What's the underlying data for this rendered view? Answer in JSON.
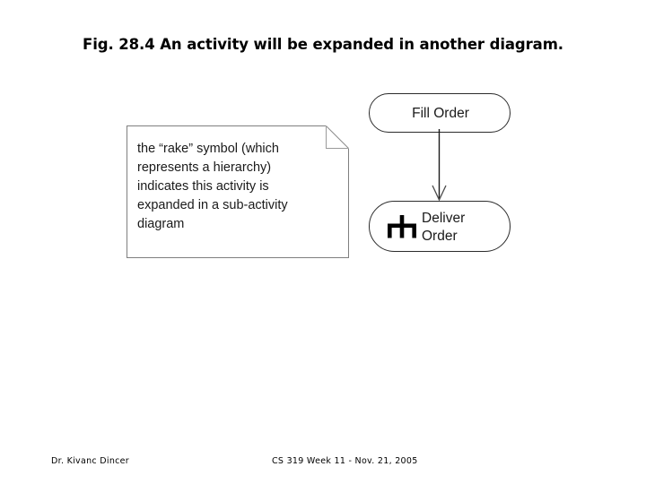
{
  "slide": {
    "title": "Fig. 28.4 An activity will be expanded in another diagram.",
    "background_color": "#ffffff"
  },
  "note": {
    "name": "rake-symbol-note",
    "text": "the “rake” symbol (which\nrepresents a hierarchy)\nindicates this activity is\nexpanded in a sub-activity\ndiagram",
    "border_color": "#7f7f7f",
    "fill_color": "#ffffff"
  },
  "diagram": {
    "type": "uml-activity-diagram",
    "nodes": [
      {
        "id": "fill-order",
        "label": "Fill Order",
        "shape": "rounded-rectangle",
        "has_rake_marker": false,
        "border_color": "#2b2b2b"
      },
      {
        "id": "deliver-order",
        "label": "Deliver\nOrder",
        "shape": "rounded-rectangle",
        "has_rake_marker": true,
        "rake_icon_name": "rake-icon",
        "border_color": "#2b2b2b"
      }
    ],
    "edges": [
      {
        "id": "fill-to-deliver",
        "from": "fill-order",
        "to": "deliver-order",
        "style": "solid",
        "arrowhead": "open",
        "color": "#1a1a1a"
      }
    ]
  },
  "footer": {
    "author": "Dr. Kivanc Dincer",
    "course": "CS 319 Week 11 - Nov. 21, 2005"
  }
}
